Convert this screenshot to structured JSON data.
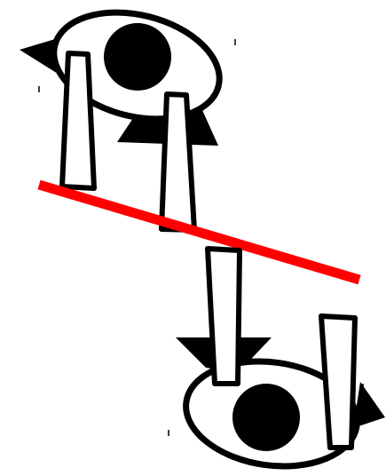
{
  "colors": {
    "background": "#ffffff",
    "stroke": "#000000",
    "fill": "#ffffff",
    "mirror_line": "#ff0000",
    "eye": "#000000"
  },
  "figures": [
    {
      "name": "original-figure",
      "parts": [
        "body-ellipse",
        "eye",
        "beak",
        "wing",
        "leg-left",
        "leg-right"
      ]
    },
    {
      "name": "reflected-figure",
      "parts": [
        "body-ellipse",
        "eye",
        "beak",
        "wing",
        "leg-left",
        "leg-right"
      ]
    }
  ],
  "mirror_line": {
    "name": "line-of-reflection"
  }
}
